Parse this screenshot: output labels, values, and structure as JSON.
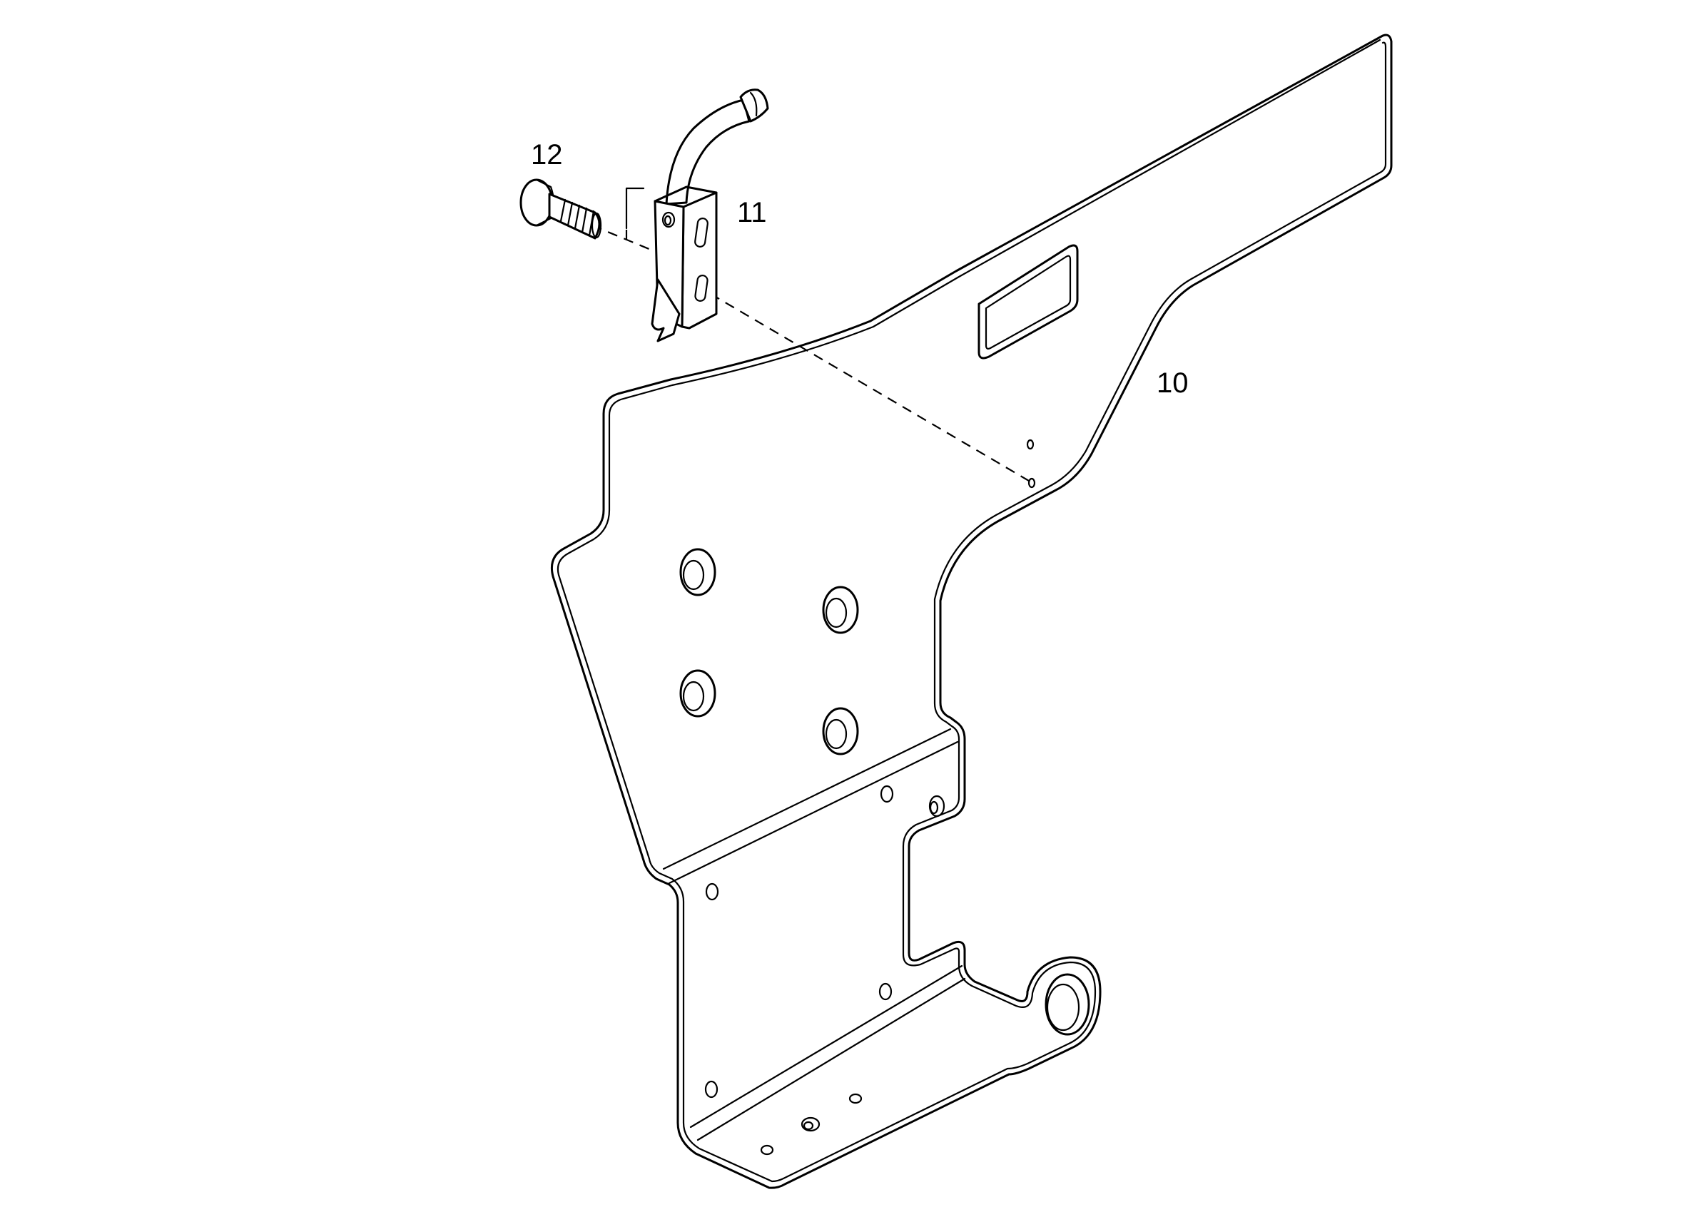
{
  "diagram": {
    "callouts": [
      {
        "id": "part-10",
        "label": "10"
      },
      {
        "id": "part-11",
        "label": "11"
      },
      {
        "id": "part-12",
        "label": "12"
      }
    ],
    "colors": {
      "line": "#000000",
      "background": "#ffffff"
    }
  }
}
